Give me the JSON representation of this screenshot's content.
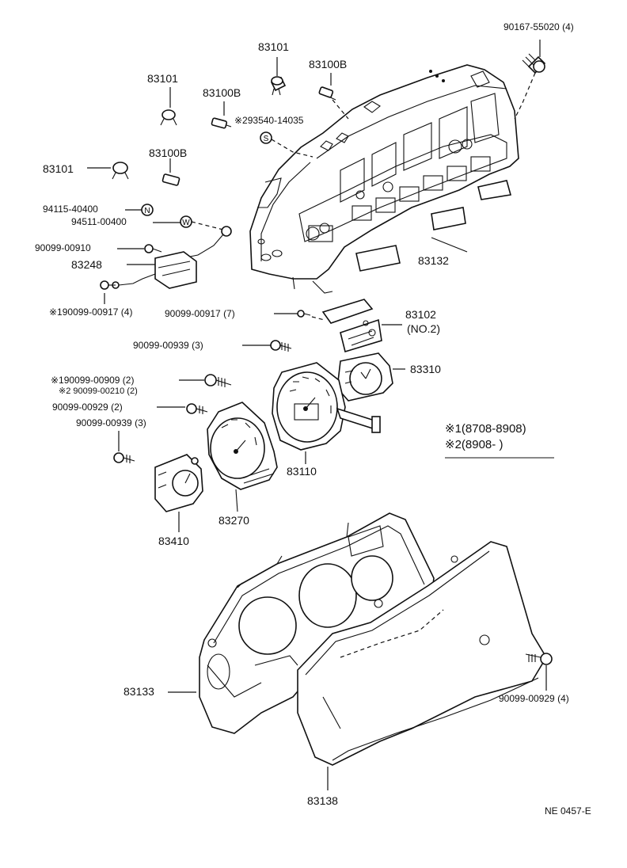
{
  "labels": {
    "p83101_top": "83101",
    "p83100b_top": "83100B",
    "p83101_left": "83101",
    "p83100b_mid": "83100B",
    "p90167": "90167-55020 (4)",
    "p293540": "※293540-14035",
    "p83100b_low": "83100B",
    "p83101_low": "83101",
    "p94115": "94115-40400",
    "p94511": "94511-00400",
    "p90099_00910": "90099-00910",
    "p83248": "83248",
    "p83132": "83132",
    "p190099_00917": "※190099-00917 (4)",
    "p90099_00917": "90099-00917 (7)",
    "p83102": "83102",
    "p83102_no": "(NO.2)",
    "p90099_00939a": "90099-00939 (3)",
    "p83310": "83310",
    "p190099_00909": "※190099-00909 (2)",
    "p290099_00210": "※2 90099-00210 (2)",
    "p90099_00929a": "90099-00929 (2)",
    "p90099_00939b": "90099-00939 (3)",
    "p83110": "83110",
    "p83270": "83270",
    "p83410": "83410",
    "p83133": "83133",
    "p90099_00929b": "90099-00929 (4)",
    "p83138": "83138",
    "fig_code": "NE 0457-E"
  },
  "notes": {
    "note1": "※1(8708-8908)",
    "note2": "※2(8908-         )"
  },
  "markers": {
    "s": "S",
    "n": "N",
    "w": "W"
  }
}
